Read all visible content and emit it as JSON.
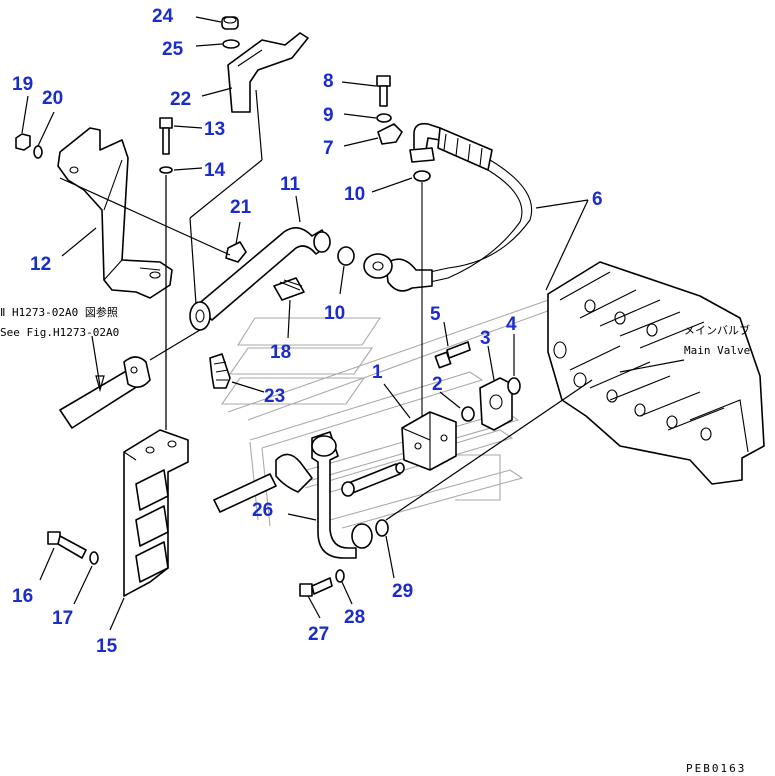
{
  "callouts": [
    {
      "id": "p24",
      "label": "24"
    },
    {
      "id": "p25",
      "label": "25"
    },
    {
      "id": "p22",
      "label": "22"
    },
    {
      "id": "p19",
      "label": "19"
    },
    {
      "id": "p20",
      "label": "20"
    },
    {
      "id": "p13",
      "label": "13"
    },
    {
      "id": "p14",
      "label": "14"
    },
    {
      "id": "p12",
      "label": "12"
    },
    {
      "id": "p11",
      "label": "11"
    },
    {
      "id": "p21",
      "label": "21"
    },
    {
      "id": "p8",
      "label": "8"
    },
    {
      "id": "p9",
      "label": "9"
    },
    {
      "id": "p7",
      "label": "7"
    },
    {
      "id": "p10a",
      "label": "10"
    },
    {
      "id": "p10b",
      "label": "10"
    },
    {
      "id": "p6",
      "label": "6"
    },
    {
      "id": "p18",
      "label": "18"
    },
    {
      "id": "p23",
      "label": "23"
    },
    {
      "id": "p5",
      "label": "5"
    },
    {
      "id": "p3",
      "label": "3"
    },
    {
      "id": "p4",
      "label": "4"
    },
    {
      "id": "p1",
      "label": "1"
    },
    {
      "id": "p2",
      "label": "2"
    },
    {
      "id": "p26",
      "label": "26"
    },
    {
      "id": "p29",
      "label": "29"
    },
    {
      "id": "p16",
      "label": "16"
    },
    {
      "id": "p17",
      "label": "17"
    },
    {
      "id": "p15",
      "label": "15"
    },
    {
      "id": "p27",
      "label": "27"
    },
    {
      "id": "p28",
      "label": "28"
    }
  ],
  "annotations": {
    "ref_jp": "Ⅱ H1273-02A0 図参照",
    "ref_en": "See Fig.H1273-02A0",
    "main_valve_jp": "メインバルブ",
    "main_valve_en": "Main Valve"
  },
  "drawing_code": "PEB0163"
}
